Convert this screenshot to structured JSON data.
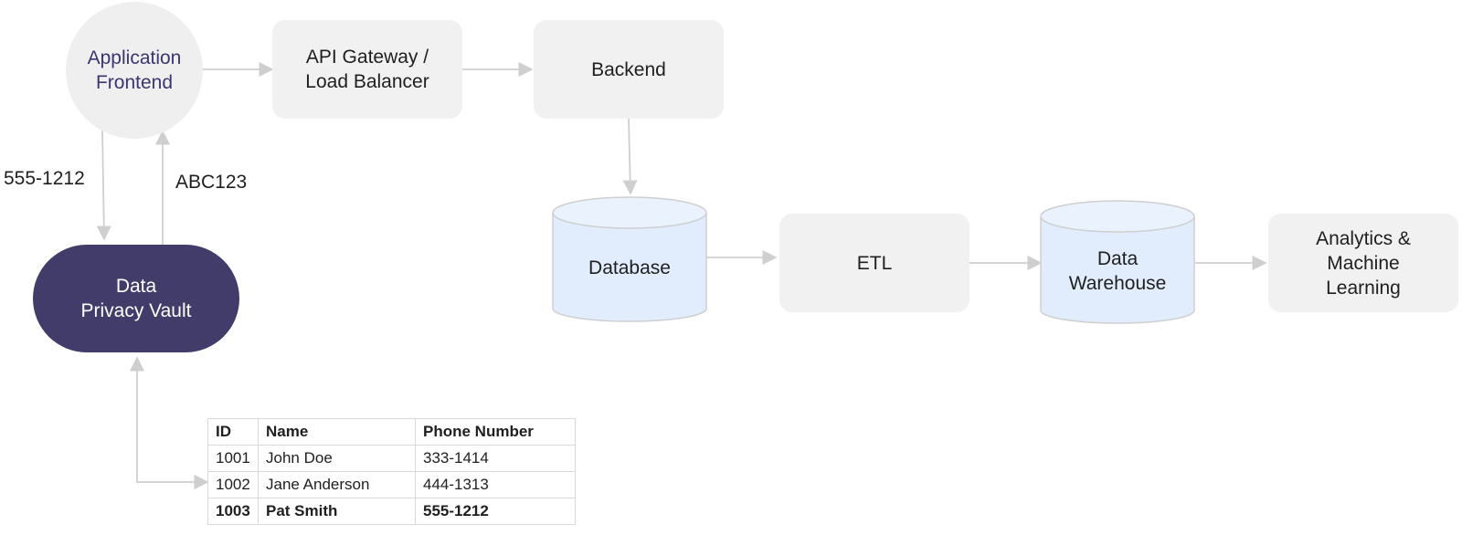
{
  "nodes": {
    "frontend": "Application\nFrontend",
    "gateway": "API Gateway /\nLoad Balancer",
    "backend": "Backend",
    "database": "Database",
    "etl": "ETL",
    "warehouse": "Data\nWarehouse",
    "analytics": "Analytics &\nMachine\nLearning",
    "vault": "Data\nPrivacy Vault"
  },
  "edge_labels": {
    "to_vault": "555-1212",
    "from_vault": "ABC123"
  },
  "colors": {
    "box_fill": "#f1f1f1",
    "cylinder_fill": "#e1edfc",
    "vault_fill": "#423c6b",
    "frontend_text": "#3b3572",
    "arrow": "#cfcfcf"
  },
  "vault_table": {
    "headers": [
      "ID",
      "Name",
      "Phone Number"
    ],
    "rows": [
      [
        "1001",
        "John Doe",
        "333-1414"
      ],
      [
        "1002",
        "Jane Anderson",
        "444-1313"
      ],
      [
        "1003",
        "Pat Smith",
        "555-1212"
      ]
    ]
  }
}
